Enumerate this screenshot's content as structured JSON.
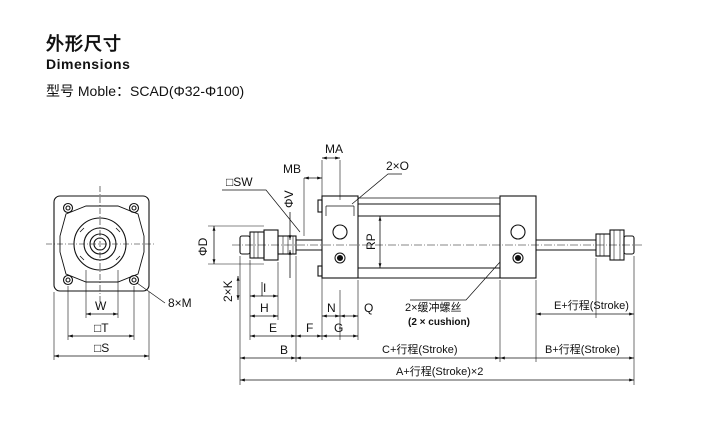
{
  "header": {
    "title_cn": "外形尺寸",
    "title_en": "Dimensions",
    "model": "型号 Moble：SCAD(Φ32-Φ100)"
  },
  "labels": {
    "W": "W",
    "T": "□T",
    "S": "□S",
    "M": "8×M",
    "SW": "□SW",
    "PhiV": "ΦV",
    "PhiD": "ΦD",
    "MB": "MB",
    "MA": "MA",
    "O": "2×O",
    "RP": "RP",
    "K": "2×K",
    "I": "I",
    "H": "H",
    "E": "E",
    "B": "B",
    "N": "N",
    "Q": "Q",
    "F": "F",
    "G": "G",
    "cushion_cn": "2×缓冲螺丝",
    "cushion_en": "(2 × cushion)",
    "E_stroke": "E+行程(Stroke)",
    "C_stroke": "C+行程(Stroke)",
    "B_stroke": "B+行程(Stroke)",
    "A_stroke": "A+行程(Stroke)×2"
  }
}
